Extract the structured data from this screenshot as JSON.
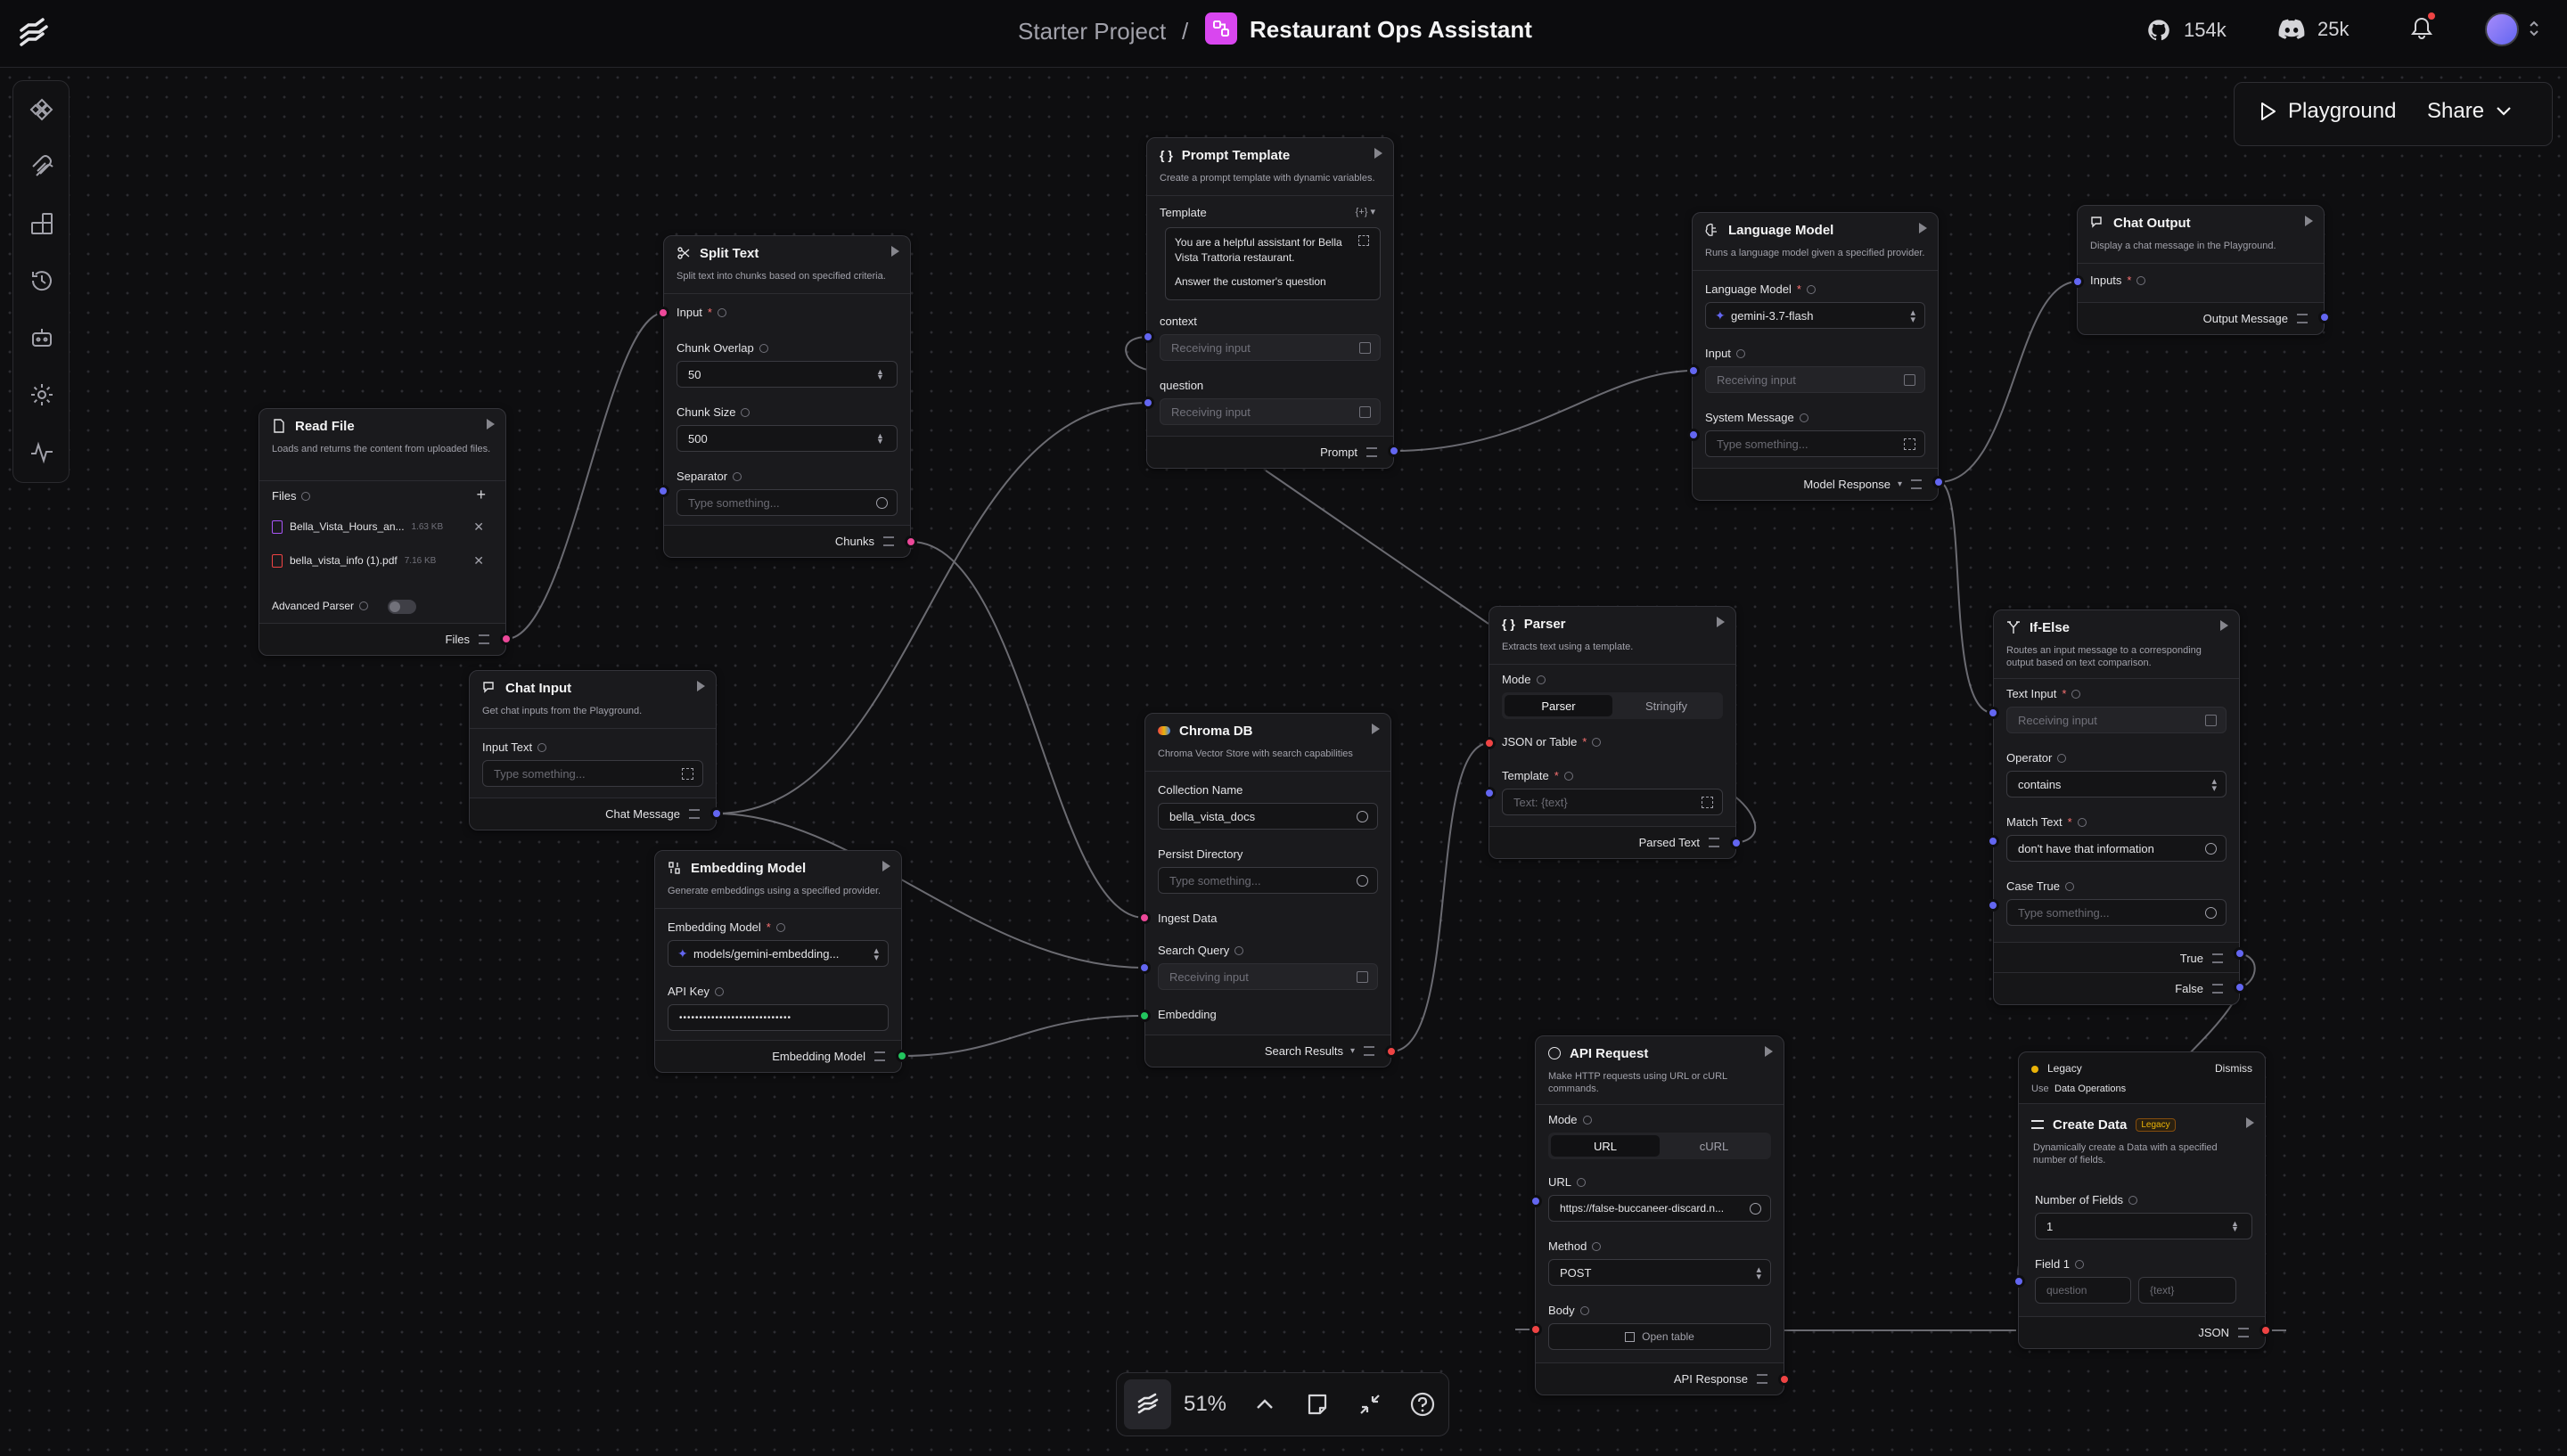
{
  "topbar": {
    "project": "Starter Project",
    "separator": "/",
    "flow_title": "Restaurant Ops Assistant",
    "github_count": "154k",
    "discord_count": "25k"
  },
  "leftbar": {
    "icons": [
      "components-icon",
      "mcp-icon",
      "bundles-icon",
      "history-icon",
      "bot-icon",
      "settings-icon",
      "trace-icon"
    ]
  },
  "actions": {
    "playground": "Playground",
    "share": "Share"
  },
  "nodes": {
    "read_file": {
      "title": "Read File",
      "desc": "Loads and returns the content from uploaded files.",
      "files_label": "Files",
      "files": [
        {
          "name": "Bella_Vista_Hours_an...",
          "size": "1.63 KB"
        },
        {
          "name": "bella_vista_info (1).pdf",
          "size": "7.16 KB"
        }
      ],
      "advanced_parser": "Advanced Parser",
      "output": "Files"
    },
    "split_text": {
      "title": "Split Text",
      "desc": "Split text into chunks based on specified criteria.",
      "input": "Input",
      "chunk_overlap": "Chunk Overlap",
      "chunk_overlap_val": "50",
      "chunk_size": "Chunk Size",
      "chunk_size_val": "500",
      "separator": "Separator",
      "separator_ph": "Type something...",
      "output": "Chunks"
    },
    "chat_input": {
      "title": "Chat Input",
      "desc": "Get chat inputs from the Playground.",
      "input_text": "Input Text",
      "input_ph": "Type something...",
      "output": "Chat Message"
    },
    "embedding": {
      "title": "Embedding Model",
      "desc": "Generate embeddings using a specified provider.",
      "model_label": "Embedding Model",
      "model_val": "models/gemini-embedding...",
      "api_key": "API Key",
      "api_key_val": "••••••••••••••••••••••••••••",
      "output": "Embedding Model"
    },
    "prompt": {
      "title": "Prompt Template",
      "desc": "Create a prompt template with dynamic variables.",
      "template": "Template",
      "template_text1": "You are a helpful assistant for Bella Vista Trattoria restaurant.",
      "template_text2": "Answer the customer's question",
      "context": "context",
      "question": "question",
      "receiving": "Receiving input",
      "output": "Prompt"
    },
    "chroma": {
      "title": "Chroma DB",
      "desc": "Chroma Vector Store with search capabilities",
      "collection": "Collection Name",
      "collection_val": "bella_vista_docs",
      "persist": "Persist Directory",
      "persist_ph": "Type something...",
      "ingest": "Ingest Data",
      "search_query": "Search Query",
      "receiving": "Receiving input",
      "embedding": "Embedding",
      "output": "Search Results"
    },
    "language_model": {
      "title": "Language Model",
      "desc": "Runs a language model given a specified provider.",
      "model_label": "Language Model",
      "model_val": "gemini-3.7-flash",
      "input": "Input",
      "receiving": "Receiving input",
      "system": "System Message",
      "system_ph": "Type something...",
      "output": "Model Response"
    },
    "chat_output": {
      "title": "Chat Output",
      "desc": "Display a chat message in the Playground.",
      "inputs": "Inputs",
      "output": "Output Message"
    },
    "parser": {
      "title": "Parser",
      "desc": "Extracts text using a template.",
      "mode": "Mode",
      "mode_a": "Parser",
      "mode_b": "Stringify",
      "json": "JSON or Table",
      "template": "Template",
      "template_ph": "Text: {text}",
      "output": "Parsed Text"
    },
    "ifelse": {
      "title": "If-Else",
      "desc": "Routes an input message to a corresponding output based on text comparison.",
      "text_input": "Text Input",
      "receiving": "Receiving input",
      "operator": "Operator",
      "operator_val": "contains",
      "match": "Match Text",
      "match_val": "don't have that information",
      "case": "Case True",
      "case_ph": "Type something...",
      "out_true": "True",
      "out_false": "False"
    },
    "api": {
      "title": "API Request",
      "desc": "Make HTTP requests using URL or cURL commands.",
      "mode": "Mode",
      "mode_a": "URL",
      "mode_b": "cURL",
      "url": "URL",
      "url_val": "https://false-buccaneer-discard.n...",
      "method": "Method",
      "method_val": "POST",
      "body": "Body",
      "body_btn": "Open table",
      "output": "API Response"
    },
    "create_data": {
      "legacy": "Legacy",
      "dismiss": "Dismiss",
      "use": "Use",
      "use_link": "Data Operations",
      "title": "Create Data",
      "badge": "Legacy",
      "desc": "Dynamically create a Data with a specified number of fields.",
      "num_fields": "Number of Fields",
      "num_fields_val": "1",
      "field1": "Field 1",
      "field1_a": "question",
      "field1_b": "{text}",
      "output": "JSON"
    }
  },
  "zoom": {
    "level": "51%"
  },
  "colors": {
    "accent_blue": "#6366f1",
    "pink": "#ec4899",
    "green": "#22c55e",
    "red": "#ef4444",
    "legacy_yellow": "#eab308"
  }
}
